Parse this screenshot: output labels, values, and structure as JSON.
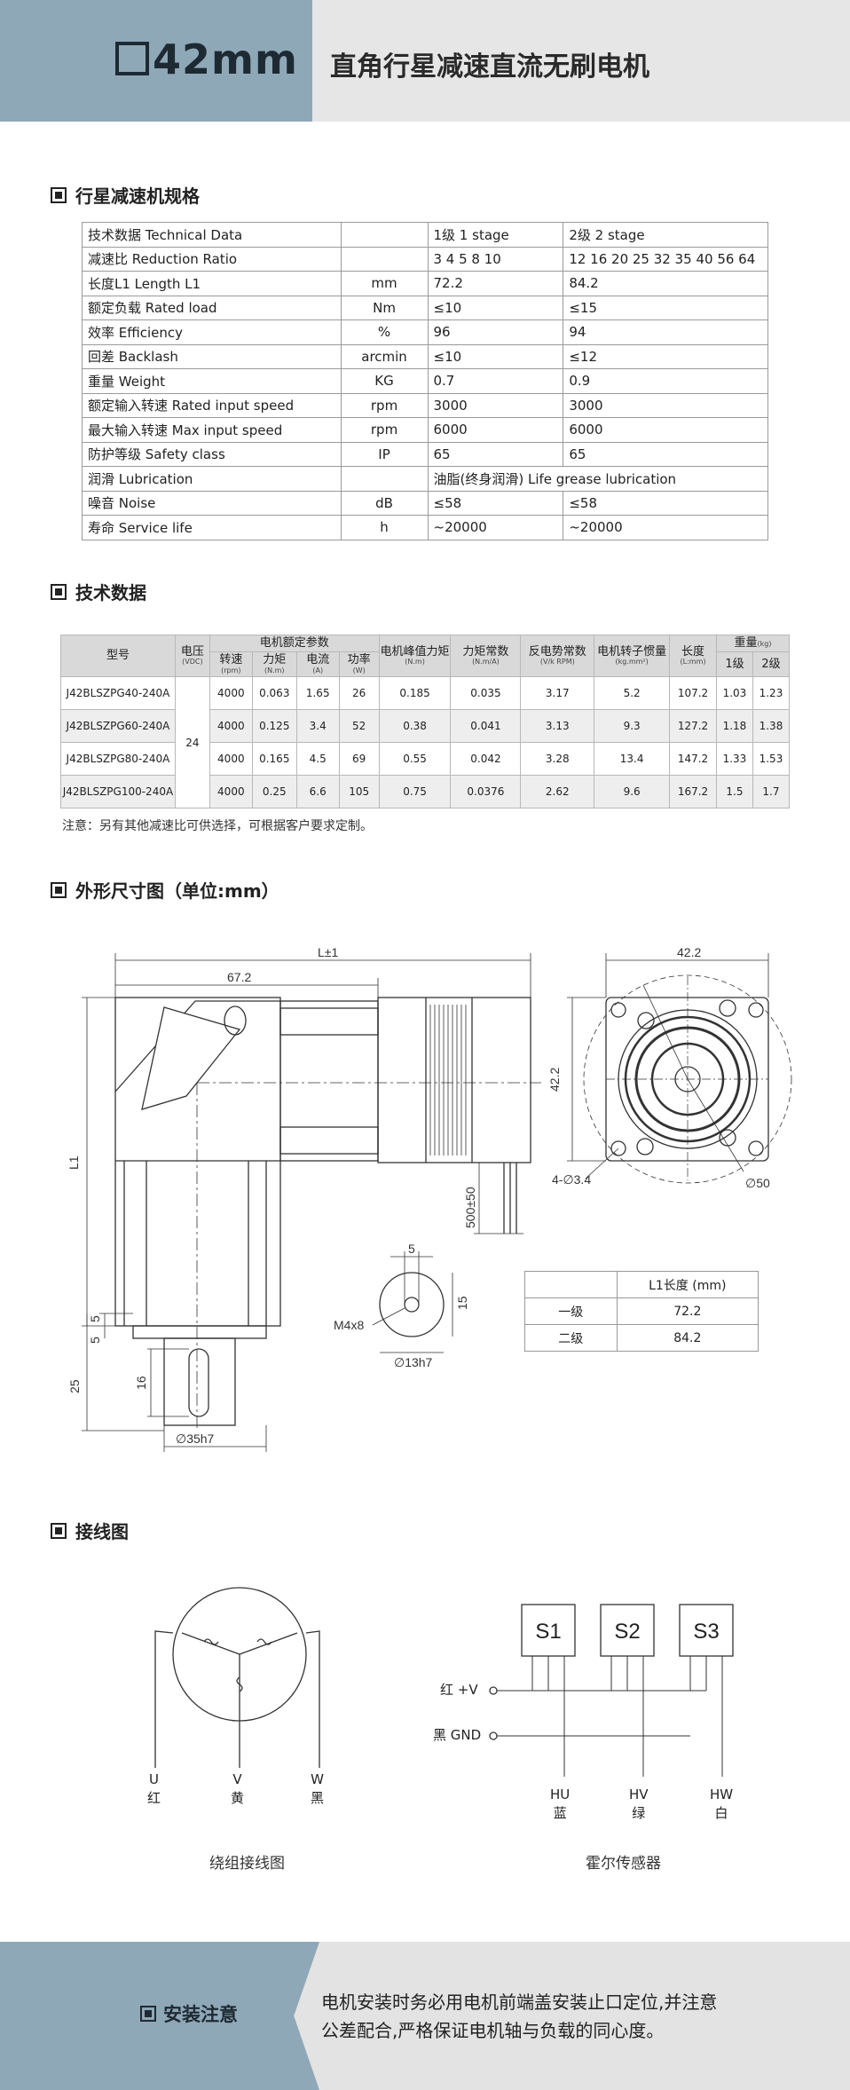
{
  "header": {
    "model": "42mm",
    "title": "直角行星减速直流无刷电机"
  },
  "sections": {
    "spec": "行星减速机规格",
    "tech": "技术数据",
    "dims": "外形尺寸图（单位:mm）",
    "wiring": "接线图"
  },
  "spec_table": [
    [
      "技术数据  Technical Data",
      "",
      "1级  1 stage",
      "2级  2 stage"
    ],
    [
      "减速比  Reduction Ratio",
      "",
      "3  4  5  8 10",
      "12 16  20 25 32 35 40 56 64"
    ],
    [
      "长度L1  Length L1",
      "mm",
      "72.2",
      "84.2"
    ],
    [
      "额定负载  Rated load",
      "Nm",
      "≤10",
      "≤15"
    ],
    [
      "效率  Efficiency",
      "%",
      "96",
      "94"
    ],
    [
      "回差  Backlash",
      "arcmin",
      "≤10",
      "≤12"
    ],
    [
      "重量  Weight",
      "KG",
      "0.7",
      "0.9"
    ],
    [
      "额定输入转速  Rated input speed",
      "rpm",
      "3000",
      "3000"
    ],
    [
      "最大输入转速  Max input speed",
      "rpm",
      "6000",
      "6000"
    ],
    [
      "防护等级  Safety class",
      "IP",
      "65",
      "65"
    ],
    [
      "润滑  Lubrication",
      "",
      "油脂(终身润滑)  Life grease lubrication",
      ""
    ],
    [
      "噪音  Noise",
      "dB",
      "≤58",
      "≤58"
    ],
    [
      "寿命  Service life",
      "h",
      "~20000",
      "~20000"
    ]
  ],
  "tech_table": {
    "h_model": "型号",
    "h_volt": "电压",
    "h_volt_unit": "(VDC)",
    "h_rated": "电机额定参数",
    "h_speed": "转速",
    "h_speed_unit": "(rpm)",
    "h_torque": "力矩",
    "h_torque_unit": "(N.m)",
    "h_current": "电流",
    "h_current_unit": "(A)",
    "h_power": "功率",
    "h_power_unit": "(W)",
    "h_peak": "电机峰值力矩",
    "h_peak_unit": "(N.m)",
    "h_kt": "力矩常数",
    "h_kt_unit": "(N.m/A)",
    "h_bemf": "反电势常数",
    "h_bemf_unit": "(V/k RPM)",
    "h_inertia": "电机转子惯量",
    "h_inertia_unit": "(kg.mm²)",
    "h_len": "长度",
    "h_len_unit": "(L:mm)",
    "h_weight": "重量",
    "h_weight_unit": "(kg)",
    "h_w1": "1级",
    "h_w2": "2级",
    "voltage": "24",
    "rows": [
      [
        "J42BLSZPG40-240A",
        "4000",
        "0.063",
        "1.65",
        "26",
        "0.185",
        "0.035",
        "3.17",
        "5.2",
        "107.2",
        "1.03",
        "1.23"
      ],
      [
        "J42BLSZPG60-240A",
        "4000",
        "0.125",
        "3.4",
        "52",
        "0.38",
        "0.041",
        "3.13",
        "9.3",
        "127.2",
        "1.18",
        "1.38"
      ],
      [
        "J42BLSZPG80-240A",
        "4000",
        "0.165",
        "4.5",
        "69",
        "0.55",
        "0.042",
        "3.28",
        "13.4",
        "147.2",
        "1.33",
        "1.53"
      ],
      [
        "J42BLSZPG100-240A",
        "4000",
        "0.25",
        "6.6",
        "105",
        "0.75",
        "0.0376",
        "2.62",
        "9.6",
        "167.2",
        "1.5",
        "1.7"
      ]
    ]
  },
  "note": "注意：另有其他减速比可供选择，可根据客户要求定制。",
  "dims": {
    "l": "L±1",
    "w672": "67.2",
    "w422": "42.2",
    "h422": "42.2",
    "l1": "L1",
    "d5a": "5",
    "d5b": "5",
    "d25": "25",
    "d16": "16",
    "d35": "∅35h7",
    "lead": "500±50",
    "holes": "4-∅3.4",
    "d50": "∅50",
    "key5": "5",
    "m4": "M4x8",
    "d15": "15",
    "d13": "∅13h7"
  },
  "l1_table": {
    "header": "L1长度 (mm)",
    "rows": [
      [
        "一级",
        "72.2"
      ],
      [
        "二级",
        "84.2"
      ]
    ]
  },
  "wiring": {
    "u": "U",
    "u_c": "红",
    "v": "V",
    "v_c": "黄",
    "w": "W",
    "w_c": "黑",
    "winding_caption": "绕组接线图",
    "s1": "S1",
    "s2": "S2",
    "s3": "S3",
    "vplus": "红 +V",
    "gnd": "黑 GND",
    "hu": "HU",
    "hu_c": "蓝",
    "hv": "HV",
    "hv_c": "绿",
    "hw": "HW",
    "hw_c": "白",
    "hall_caption": "霍尔传感器"
  },
  "footer": {
    "title": "安装注意",
    "line1": "电机安装时务必用电机前端盖安装止口定位,并注意",
    "line2": "公差配合,严格保证电机轴与负载的同心度。"
  }
}
